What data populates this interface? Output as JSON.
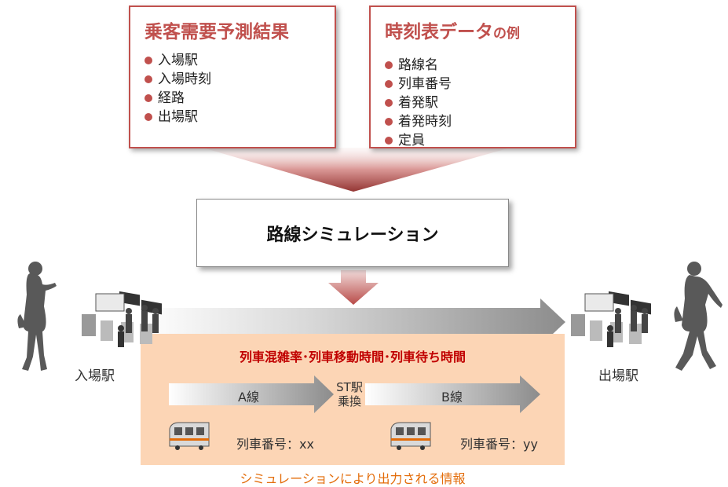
{
  "input_boxes": [
    {
      "title": "乗客需要予測結果",
      "title_suffix": "",
      "items": [
        "入場駅",
        "入場時刻",
        "経路",
        "出場駅"
      ]
    },
    {
      "title": "時刻表データ",
      "title_suffix": "の例",
      "items": [
        "路線名",
        "列車番号",
        "着発駅",
        "着発時刻",
        "定員"
      ]
    }
  ],
  "simulation": {
    "title": "路線シミュレーション"
  },
  "stations": {
    "entry": "入場駅",
    "exit": "出場駅"
  },
  "output": {
    "title": "列車混雑率･列車移動時間･列車待ち時間",
    "line_a": "A線",
    "line_b": "B線",
    "transfer_station": "ST駅",
    "transfer_label": "乗換",
    "train_a": "列車番号：xx",
    "train_b": "列車番号：yy",
    "caption": "シミュレーションにより出力される情報"
  },
  "colors": {
    "accent": "#c0504d",
    "output_panel": "#fcd5b5",
    "output_title": "#c00000",
    "caption": "#e36c09"
  }
}
